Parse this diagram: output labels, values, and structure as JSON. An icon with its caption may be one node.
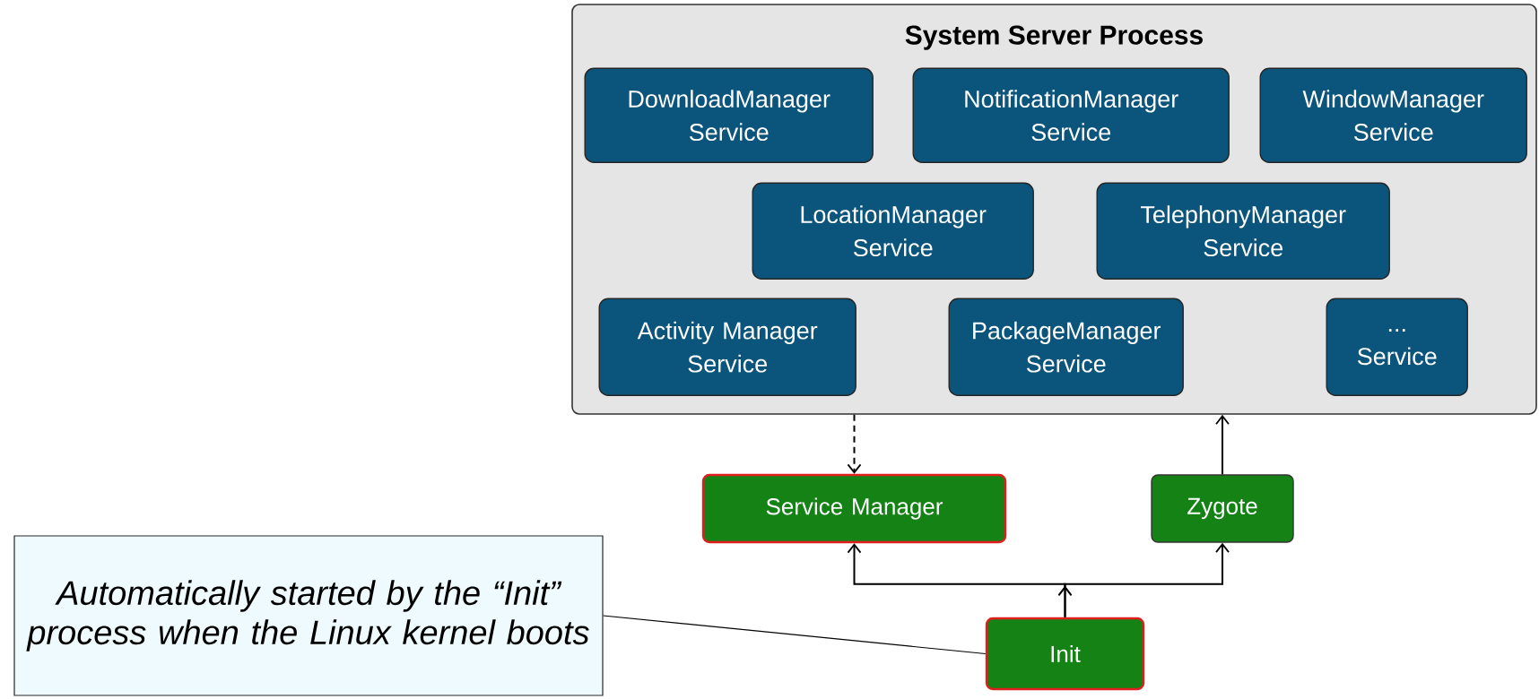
{
  "diagram": {
    "nodes": [
      {
        "text": [
          "System Server Process"
        ]
      },
      {
        "text": [
          "DownloadManager Service"
        ],
        "in": 0
      },
      {
        "text": [
          "NotificationManager Service"
        ],
        "in": 0
      },
      {
        "text": [
          "WindowManager Service"
        ],
        "in": 0
      },
      {
        "text": [
          "LocationManager Service"
        ],
        "in": 0
      },
      {
        "text": [
          "TelephonyManager Service"
        ],
        "in": 0
      },
      {
        "text": [
          "Activity Manager Service"
        ],
        "in": 0
      },
      {
        "text": [
          "PackageManager Service"
        ],
        "in": 0
      },
      {
        "text": [
          "... Service"
        ],
        "in": 0
      },
      {
        "text": [
          "Service Manager"
        ]
      },
      {
        "text": [
          "Zygote"
        ]
      },
      {
        "text": [
          "Automatically started by the “Init” process when the Linux kernel boots"
        ]
      },
      {
        "text": [
          "Init"
        ]
      }
    ],
    "edges": [
      {
        "from": 0,
        "to": 9,
        "arrow": "to",
        "style": "dashed"
      },
      {
        "from": 10,
        "to": 0,
        "arrow": "to"
      },
      {
        "from": 12,
        "to": 9,
        "arrow": "to"
      },
      {
        "from": 12,
        "to": 10,
        "arrow": "to"
      },
      {
        "from": 11,
        "to": 12,
        "arrow": "none"
      }
    ]
  }
}
